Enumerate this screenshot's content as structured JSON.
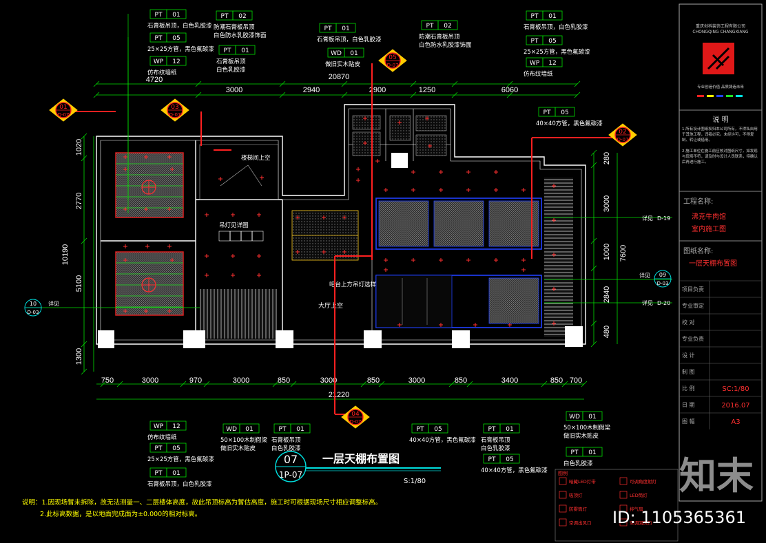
{
  "labels_top": [
    {
      "tag": "PT",
      "num": "01",
      "l1": "石膏板吊顶，白色乳胶漆"
    },
    {
      "tag": "PT",
      "num": "05",
      "l1": "25×25方管，黑色氟碳漆"
    },
    {
      "tag": "WP",
      "num": "12",
      "l1": "仿布纹墙纸"
    },
    {
      "tag": "PT",
      "num": "02",
      "l1": "防潮石膏板吊顶",
      "l2": "白色防水乳胶漆饰面"
    },
    {
      "tag": "PT",
      "num": "01",
      "l1": "石膏板吊顶",
      "l2": "白色乳胶漆"
    },
    {
      "tag": "PT",
      "num": "01",
      "l1": "石膏板吊顶，白色乳胶漆"
    },
    {
      "tag": "WD",
      "num": "01",
      "l1": "做旧实木贴皮"
    },
    {
      "tag": "PT",
      "num": "02",
      "l1": "防潮石膏板吊顶",
      "l2": "白色防水乳胶漆饰面"
    },
    {
      "tag": "PT",
      "num": "01",
      "l1": "石膏板吊顶，白色乳胶漆"
    },
    {
      "tag": "PT",
      "num": "05",
      "l1": "25×25方管，黑色氟碳漆"
    },
    {
      "tag": "WP",
      "num": "12",
      "l1": "仿布纹墙纸"
    },
    {
      "tag": "PT",
      "num": "05",
      "l1": "40×40方管，黑色氟碳漆"
    }
  ],
  "labels_bottom": [
    {
      "tag": "WP",
      "num": "12",
      "l1": "仿布纹墙纸"
    },
    {
      "tag": "PT",
      "num": "05",
      "l1": "25×25方管，黑色氟碳漆"
    },
    {
      "tag": "PT",
      "num": "01",
      "l1": "石膏板吊顶，白色乳胶漆"
    },
    {
      "tag": "WD",
      "num": "01",
      "l1": "50×100木制假梁",
      "l2": "做旧实木贴皮"
    },
    {
      "tag": "PT",
      "num": "01",
      "l1": "石膏板吊顶",
      "l2": "白色乳胶漆"
    },
    {
      "tag": "PT",
      "num": "05",
      "l1": "40×40方管，黑色氟碳漆"
    },
    {
      "tag": "PT",
      "num": "01",
      "l1": "石膏板吊顶",
      "l2": "白色乳胶漆"
    },
    {
      "tag": "PT",
      "num": "05",
      "l1": "40×40方管，黑色氟碳漆"
    },
    {
      "tag": "WD",
      "num": "01",
      "l1": "50×100木制假梁",
      "l2": "做旧实木贴皮"
    },
    {
      "tag": "PT",
      "num": "01",
      "l1": "白色乳胶漆"
    }
  ],
  "dims_top_total": "20870",
  "dims_top_left": "4720",
  "dims_top": [
    "3000",
    "2940",
    "2900",
    "1250",
    "6060"
  ],
  "dims_left_total": "10190",
  "dims_left": [
    "1020",
    "2770",
    "5100",
    "1300"
  ],
  "dims_bottom": [
    "750",
    "3000",
    "970",
    "3000",
    "850",
    "3000",
    "850",
    "3000",
    "850",
    "3400",
    "850",
    "700"
  ],
  "dims_bottom_total": "21220",
  "dims_right": [
    "280",
    "3000",
    "1000",
    "2840",
    "480"
  ],
  "dims_right_total": "7600",
  "section_marks": [
    {
      "num": "01",
      "ref": "D-07"
    },
    {
      "num": "03",
      "ref": "D-07"
    },
    {
      "num": "05",
      "ref": "D-07"
    },
    {
      "num": "02",
      "ref": "D-07"
    },
    {
      "num": "04",
      "ref": "D-07"
    }
  ],
  "ref_left": {
    "num": "10",
    "ref": "D-03",
    "text": "详见"
  },
  "ref_right": [
    {
      "text": "详见",
      "ref": "D-19"
    },
    {
      "text": "详见",
      "num": "09",
      "ref": "D-03"
    },
    {
      "text": "详见",
      "ref": "D-20"
    }
  ],
  "room_notes": {
    "stair": "楼梯间上空",
    "hall": "大厅上空",
    "detail": "吊灯见详图",
    "bar": "吧台上方吊灯选样"
  },
  "title": {
    "num": "07",
    "sheet": "1P-07",
    "name": "一层天棚布置图",
    "scale": "S:1/80"
  },
  "notes": [
    "说明：1.因现场暂未拆除，故无法测量一、二层楼体高度，故此吊顶标高为暂估高度，施工时可根据现场尺寸相应调整标高。",
    "2.此标高数据，是以地面完成面为±0.000的相对标高。"
  ],
  "sidebar": {
    "company_cn": "重庆创科装饰工程有限公司",
    "company_en": "CHONGQING CHANGXIANG",
    "slogan": "专业创造价值    品质铸造未来",
    "explain_title": "说   明",
    "explain_1": "1.所有设计图纸权归本公司所有，不得私自用于其他工程，违者必究。未经许可，不得复制、转让或借用。",
    "explain_2": "2.施工单位在施工前应核对图纸尺寸，如发现与现场不符，请及时与设计人员联系，待确认后再进行施工。",
    "project_label": "工程名称:",
    "project_value_1": "沸克牛肉馆",
    "project_value_2": "室内施工图",
    "drawing_label": "图纸名称:",
    "drawing_value": "一层天棚布置图",
    "rows": [
      {
        "label": "项目负责",
        "value": ""
      },
      {
        "label": "专业审定",
        "value": ""
      },
      {
        "label": "校    对",
        "value": ""
      },
      {
        "label": "专业负责",
        "value": ""
      },
      {
        "label": "设    计",
        "value": ""
      },
      {
        "label": "制    图",
        "value": ""
      },
      {
        "label": "比    例",
        "value": "SC:1/80"
      },
      {
        "label": "日    期",
        "value": "2016.07"
      },
      {
        "label": "图    幅",
        "value": "A3"
      }
    ]
  },
  "legend": {
    "title": "图例",
    "items": [
      "暗藏LED灯带",
      "可调角度射灯",
      "吸顶灯",
      "LED筒灯",
      "防雾筒灯",
      "排气扇",
      "空调出风口",
      "空调回风口"
    ]
  },
  "colors": {
    "dim_line": "#00e000",
    "wall": "#ffffff",
    "accent": "#ff2020",
    "blue_frame": "#2040ff",
    "cyan": "#00e0e0",
    "yellow_note": "#ffff00"
  },
  "watermark": {
    "brand": "知末",
    "id": "ID: 1105365361"
  }
}
